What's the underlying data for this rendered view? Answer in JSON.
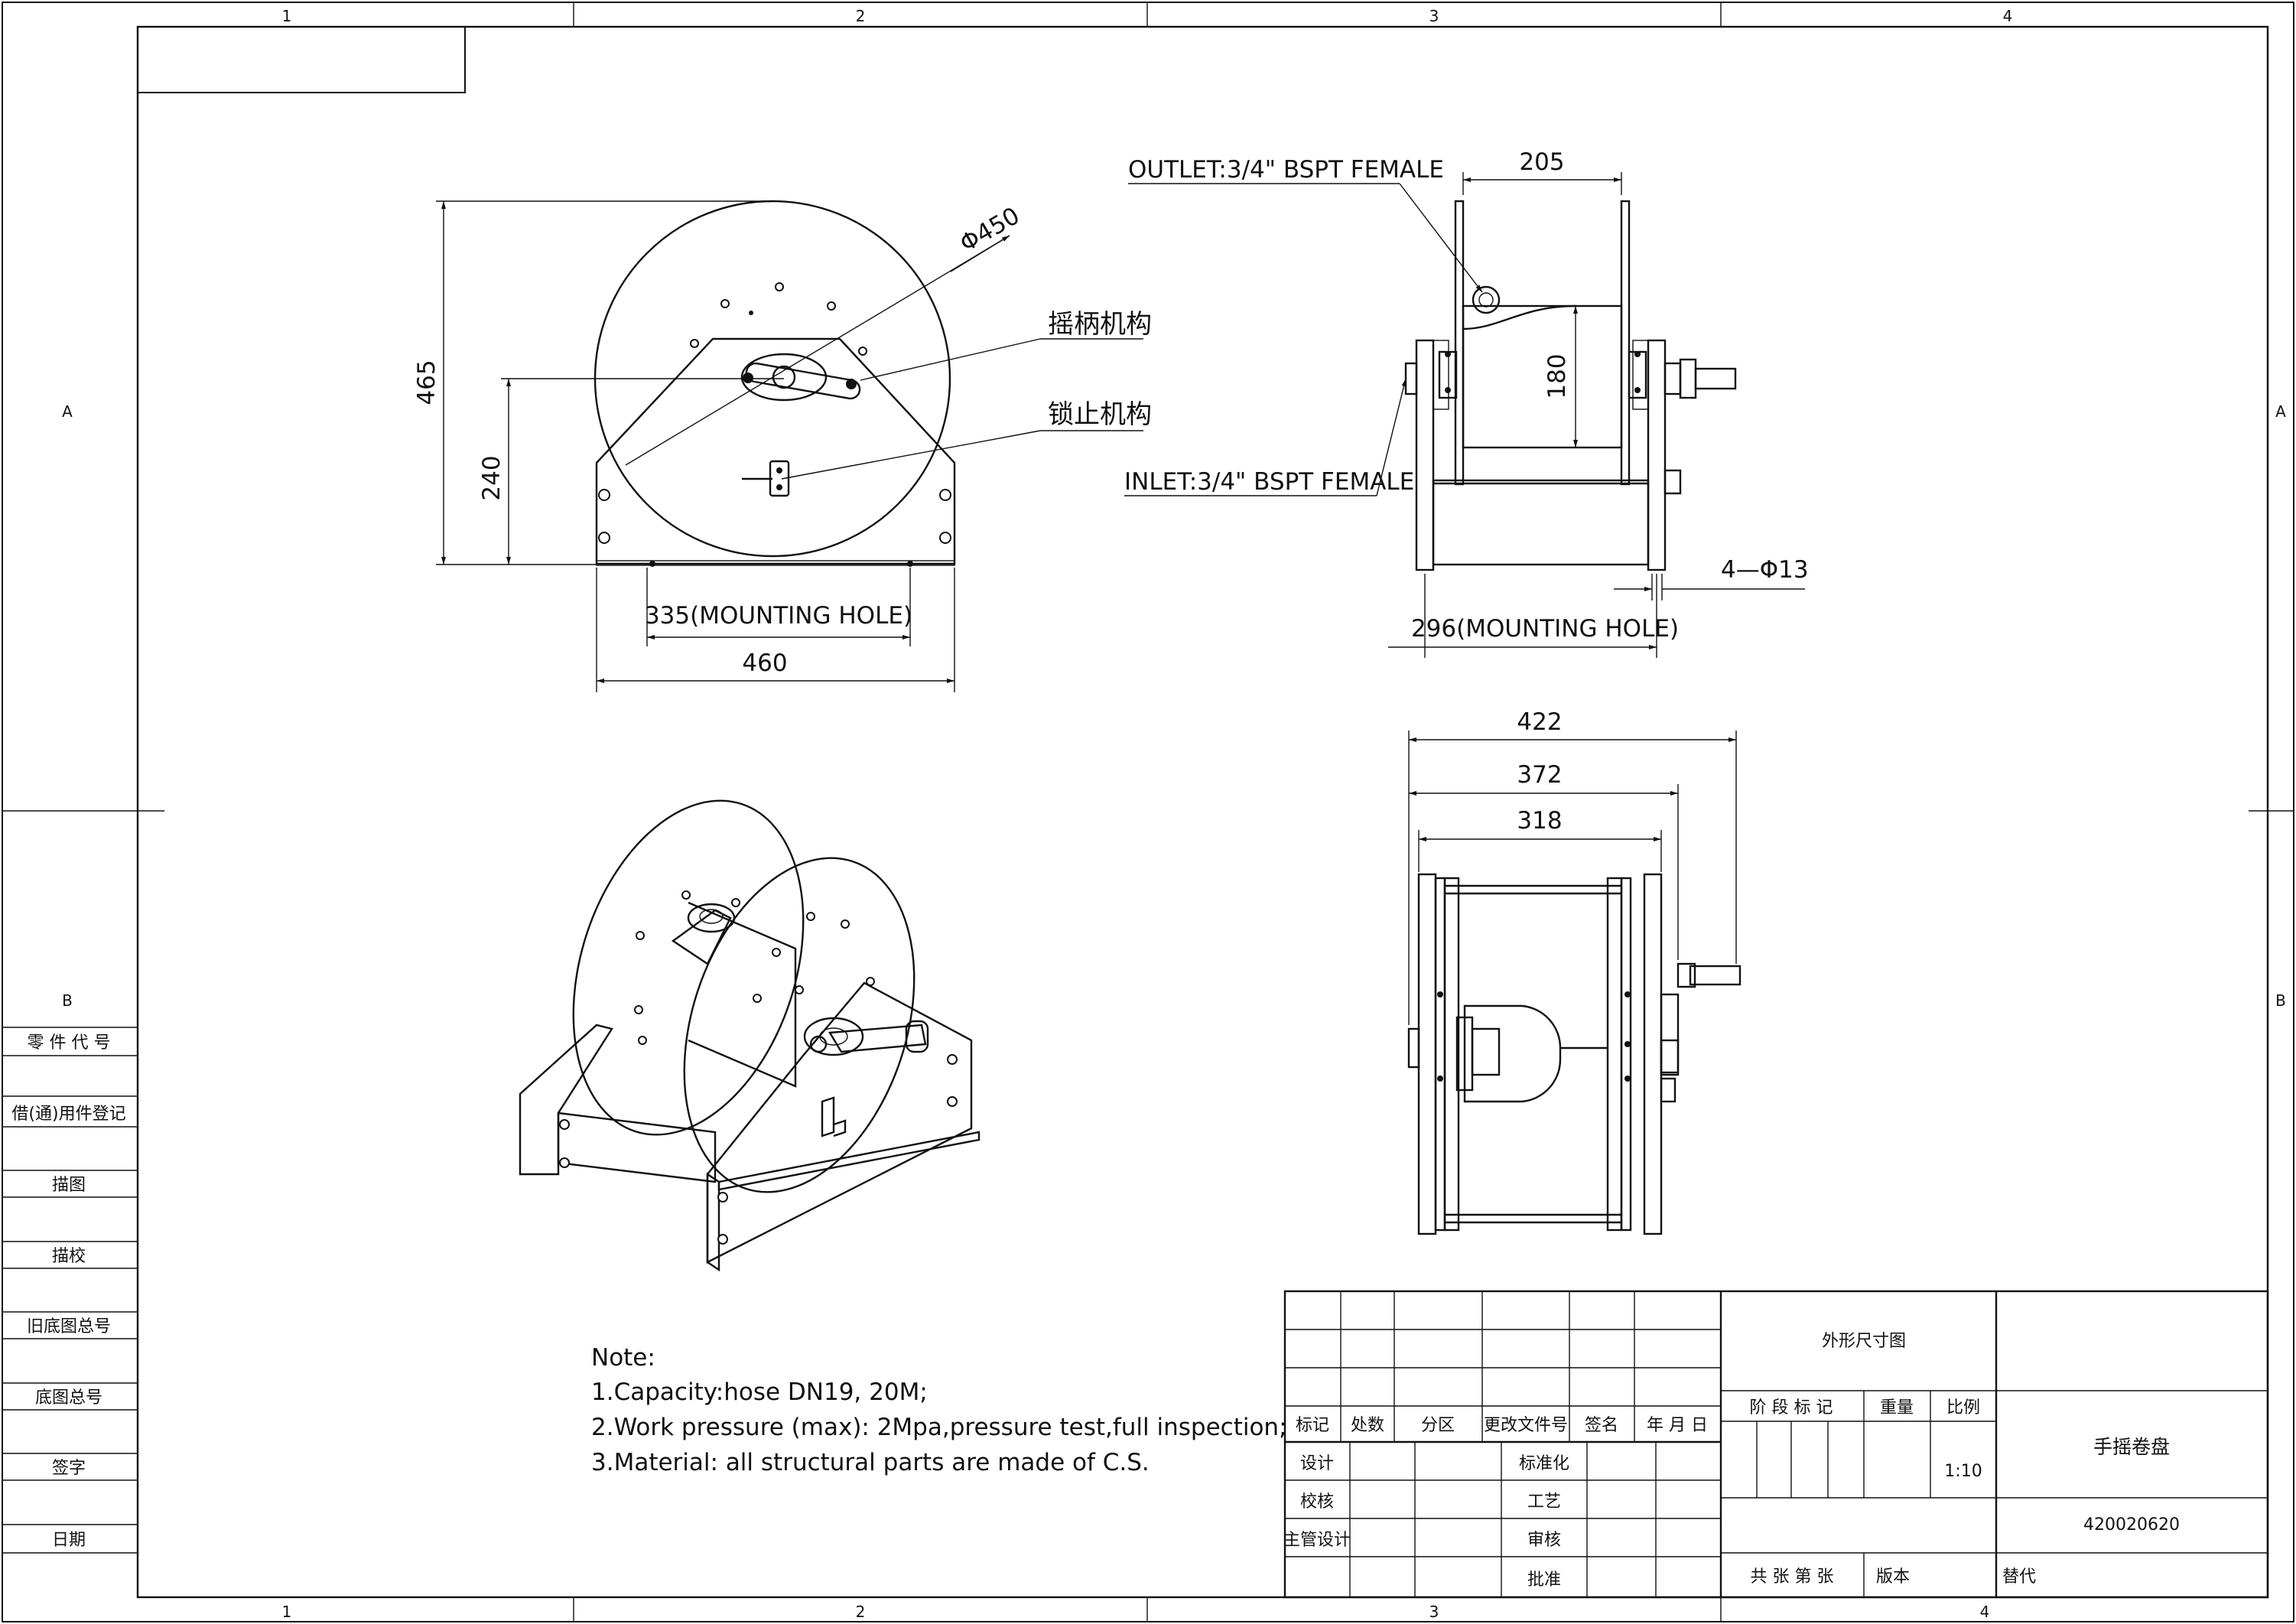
{
  "grid": {
    "columns_top": [
      "1",
      "2",
      "3",
      "4"
    ],
    "columns_bottom": [
      "1",
      "2",
      "3",
      "4"
    ],
    "rows_left": [
      "A",
      "B"
    ],
    "rows_right": [
      "A",
      "B"
    ]
  },
  "side_labels": [
    "零 件 代 号",
    "借(通)用件登记",
    "描图",
    "描校",
    "旧底图总号",
    "底图总号",
    "签字",
    "日期"
  ],
  "front_view": {
    "dia": "Φ450",
    "height_total": "465",
    "height_axis": "240",
    "mounting": "335(MOUNTING HOLE)",
    "width": "460",
    "label_crank": "摇柄机构",
    "label_lock": "锁止机构"
  },
  "side_view": {
    "width_top": "205",
    "outlet": "OUTLET:3/4\" BSPT FEMALE",
    "inlet": "INLET:3/4\" BSPT FEMALE",
    "drum": "180",
    "holes": "4—Φ13",
    "mounting": "296(MOUNTING HOLE)"
  },
  "top_view": {
    "dim1": "422",
    "dim2": "372",
    "dim3": "318"
  },
  "notes": [
    "Note:",
    "1.Capacity:hose DN19, 20M;",
    "2.Work pressure (max): 2Mpa,pressure test,full inspection;",
    "3.Material: all structural parts are made of C.S."
  ],
  "title_block": {
    "rev_headers": [
      "标记",
      "处数",
      "分区",
      "更改文件号",
      "签名",
      "年 月 日"
    ],
    "row_labels": [
      "设计",
      "校核",
      "主管设计"
    ],
    "mid_labels": [
      "标准化",
      "工艺",
      "审核",
      "批准"
    ],
    "drawing_name": "外形尺寸图",
    "stage_label": "阶 段 标 记",
    "weight_label": "重量",
    "scale_label": "比例",
    "scale_value": "1:10",
    "part_name": "手摇卷盘",
    "drawing_no": "420020620",
    "sheets_label": "共  张  第  张",
    "version_label": "版本",
    "replace_label": "替代"
  }
}
